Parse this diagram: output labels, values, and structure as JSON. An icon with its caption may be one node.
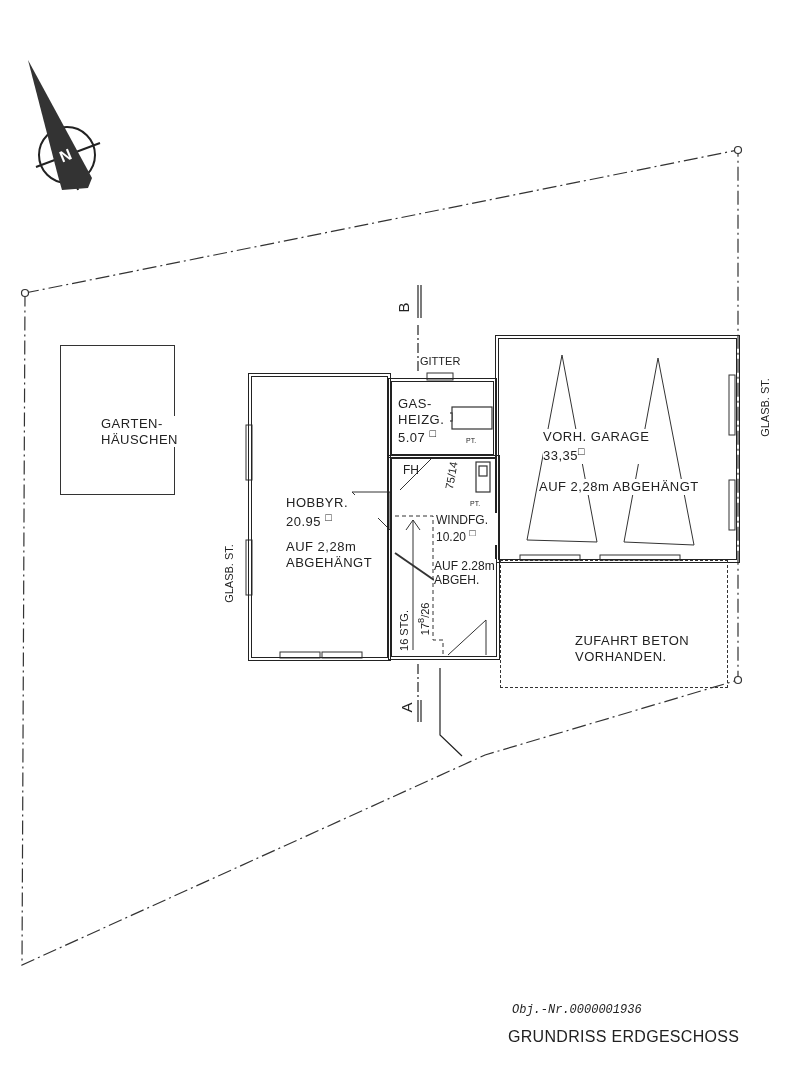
{
  "diagram": {
    "title": "GRUNDRISS ERDGESCHOSS",
    "nodes": [
      {
        "text": [
          "GARTEN- HÄUSCHEN"
        ]
      },
      {
        "text": [
          "GAS- HEIZG. 5.07 $^{□}$"
        ]
      },
      {
        "text": [
          "VORH. GARAGE 33,35$^{□}$",
          "AUF 2,28m ABGEHÄNGT"
        ]
      },
      {
        "text": [
          "HOBBYR. 20.95 $^{□}$",
          "AUF 2,28m ABGEHÄNGT"
        ]
      },
      {
        "text": [
          "WINDFG. 10.20 $^{□}$",
          "AUF 2.28m ABGEH."
        ]
      },
      {
        "text": [
          "ZUFAHRT BETON VORHANDEN."
        ]
      }
    ],
    "labels": [
      "N",
      "B",
      "GITTER",
      "GLASB. ST.",
      "PT.",
      "FH",
      "75/14",
      "PT.",
      "GLASB. ST.",
      "16 STG.",
      "17$^{8}$/26",
      "A",
      "Obj.-Nr.0000001936"
    ]
  }
}
